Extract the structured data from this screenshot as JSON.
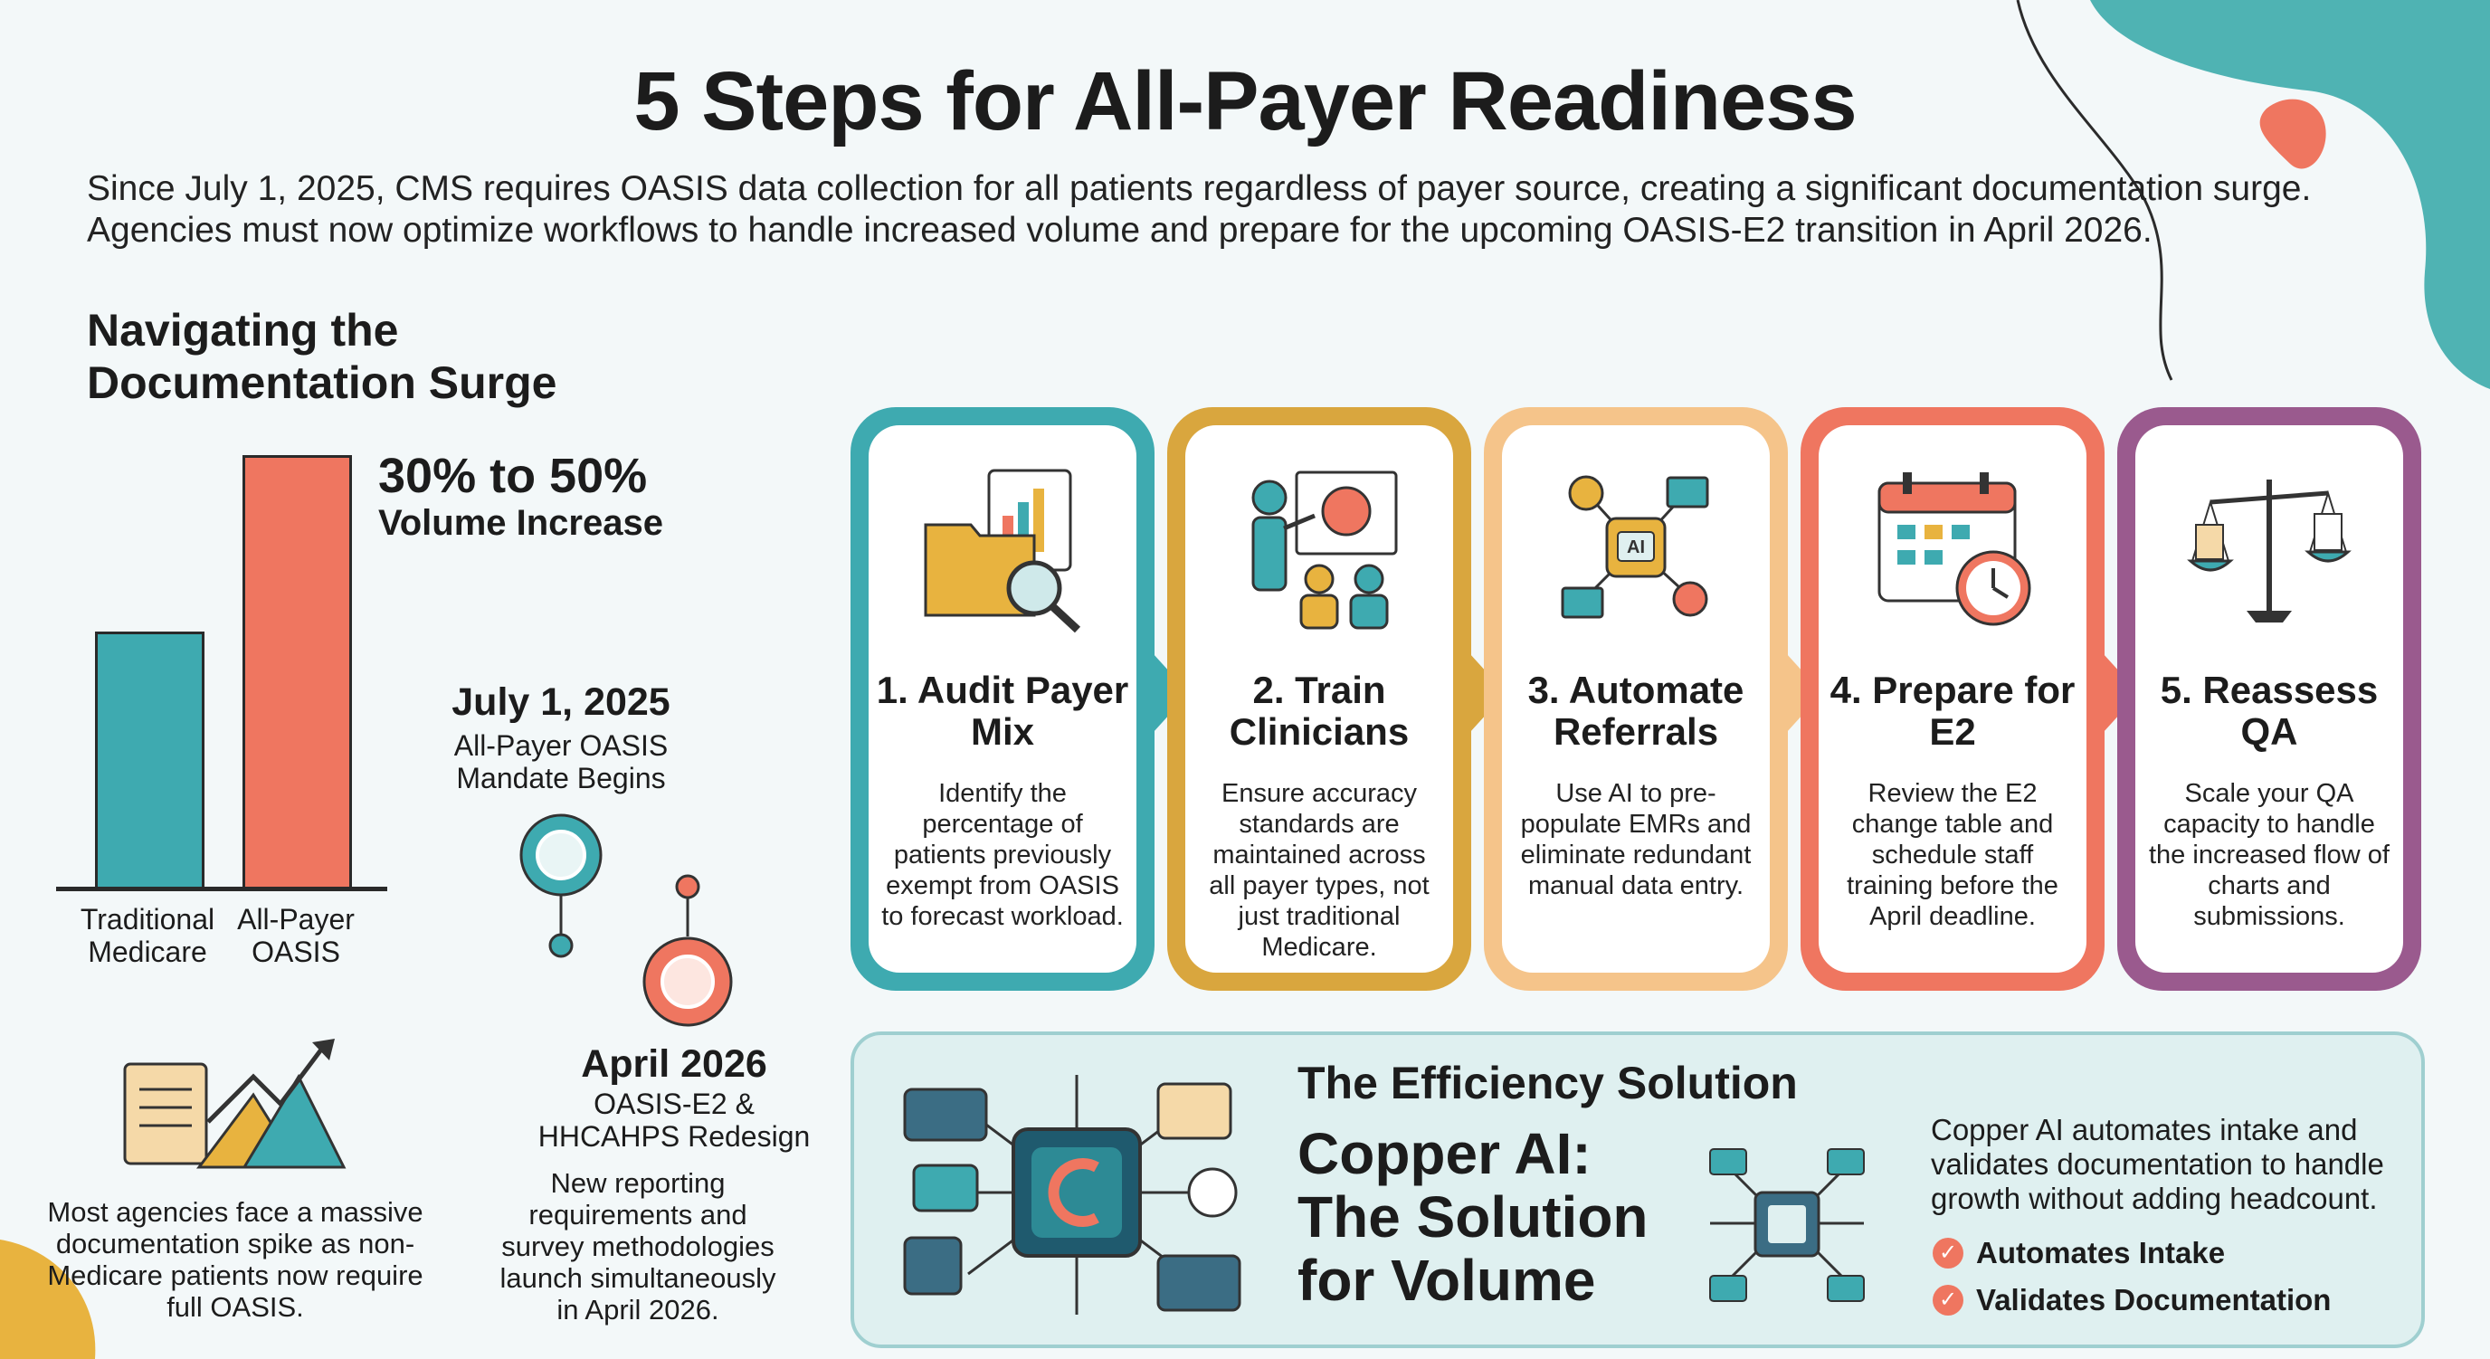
{
  "title": "5 Steps for All-Payer Readiness",
  "intro": "Since July 1, 2025, CMS requires OASIS data collection for all patients regardless of payer source, creating a significant documentation surge. Agencies must now optimize workflows to handle increased volume and prepare for the upcoming OASIS-E2 transition in April 2026.",
  "surge": {
    "heading": "Navigating the Documentation Surge",
    "increase": "30% to 50%",
    "increase_label": "Volume Increase",
    "bars": [
      {
        "label": "Traditional Medicare",
        "color": "#3eaab0"
      },
      {
        "label": "All-Payer OASIS",
        "color": "#ef7660"
      }
    ],
    "spike_text": "Most agencies face a massive documentation spike as non-Medicare patients now require full OASIS."
  },
  "milestones": [
    {
      "date": "July 1, 2025",
      "desc": "All-Payer OASIS Mandate Begins"
    },
    {
      "date": "April 2026",
      "desc": "OASIS-E2 & HHCAHPS Redesign",
      "body": "New reporting requirements and survey methodologies launch simultaneously in April 2026."
    }
  ],
  "steps": [
    {
      "title": "1. Audit Payer Mix",
      "body": "Identify the percentage of patients previously exempt from OASIS to forecast workload.",
      "color": "#3eaab0",
      "icon": "folder-magnifier-icon"
    },
    {
      "title": "2. Train Clinicians",
      "body": "Ensure accuracy standards are maintained across all payer types, not just traditional Medicare.",
      "color": "#d9a63e",
      "icon": "trainer-presentation-icon"
    },
    {
      "title": "3. Automate Referrals",
      "body": "Use AI to pre-populate EMRs and eliminate redundant manual data entry.",
      "color": "#f5c48a",
      "icon": "ai-network-icon"
    },
    {
      "title": "4. Prepare for E2",
      "body": "Review the E2 change table and schedule staff training before the April deadline.",
      "color": "#ef7660",
      "icon": "calendar-clock-icon"
    },
    {
      "title": "5. Reassess QA",
      "body": "Scale your QA capacity to handle the increased flow of charts and submissions.",
      "color": "#9a5a8e",
      "icon": "balance-scale-icon"
    }
  ],
  "solution": {
    "heading": "The Efficiency Solution",
    "title": "Copper AI: The Solution for Volume",
    "desc": "Copper AI automates intake and validates documentation to handle growth without adding headcount.",
    "features": [
      "Automates Intake",
      "Validates Documentation"
    ]
  }
}
